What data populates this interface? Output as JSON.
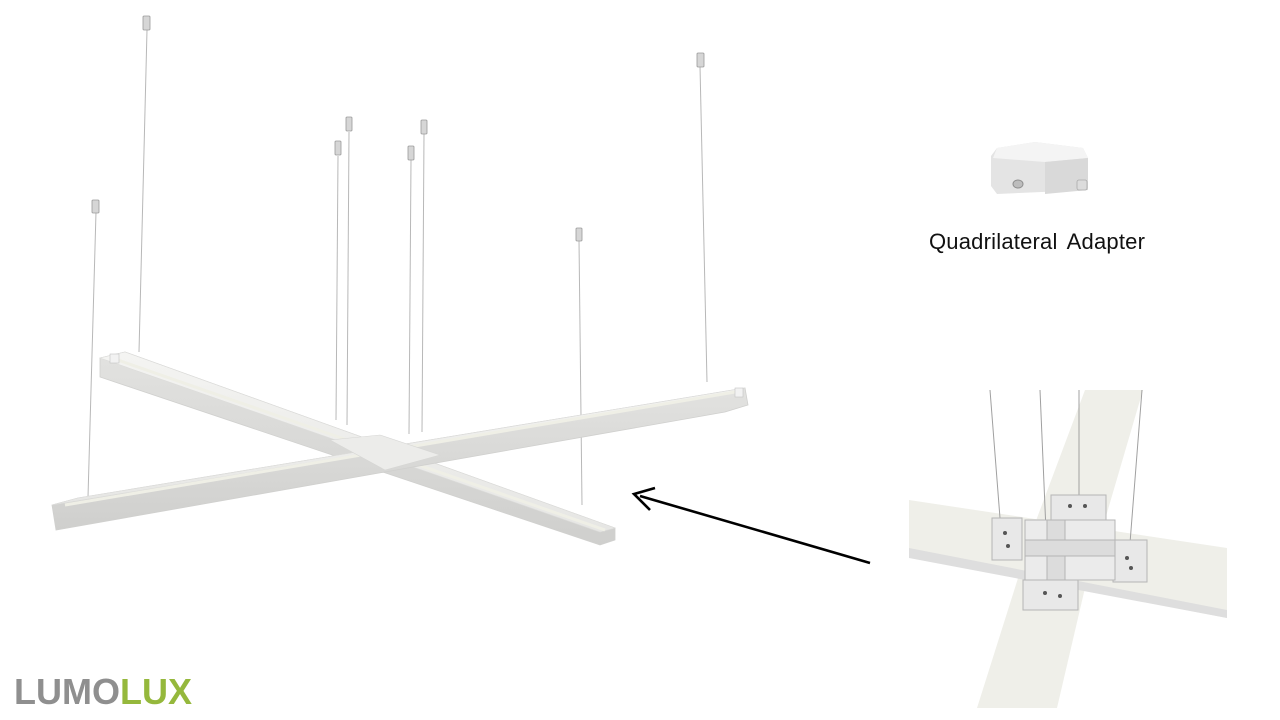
{
  "slide": {
    "background": "#ffffff",
    "main_product": {
      "name": "cross-shaped suspended linear luminaire",
      "suspension_cables": 8
    },
    "accessory": {
      "caption": "Quadrilateral  Adapter"
    },
    "detail_view": {
      "name": "cross connector detail"
    },
    "arrow": {
      "direction": "points from detail view to luminaire junction",
      "color": "#000000"
    },
    "logo": {
      "part1": "LUMO",
      "part2": "LUX",
      "color1": "#8f8f8f",
      "color2": "#95b83c"
    }
  }
}
